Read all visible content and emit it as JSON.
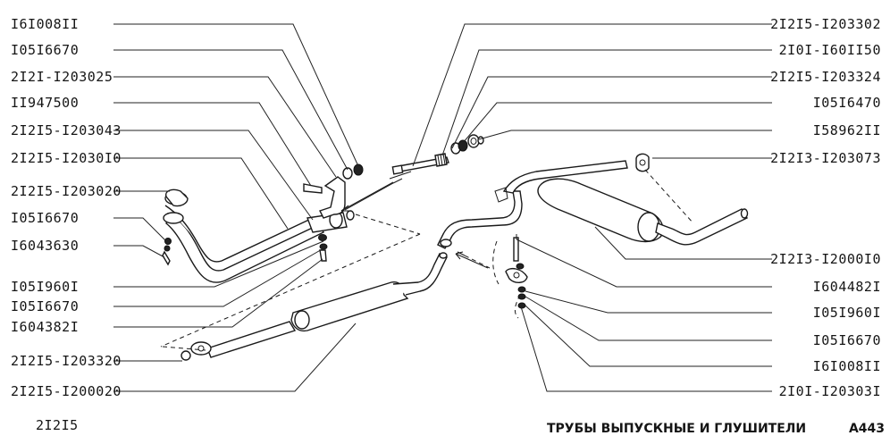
{
  "left_labels": [
    "I6I008II",
    "I05I6670",
    "2I2I-I203025",
    "II947500",
    "2I2I5-I203043",
    "2I2I5-I2030I0",
    "2I2I5-I203020",
    "I05I6670",
    "I6043630",
    "I05I960I",
    "I05I6670",
    "I604382I",
    "2I2I5-I203320",
    "2I2I5-I200020"
  ],
  "right_labels": [
    "2I2I5-I203302",
    "2I0I-I60II50",
    "2I2I5-I203324",
    "I05I6470",
    "I58962II",
    "2I2I3-I203073",
    "2I2I3-I2000I0",
    "I604482I",
    "I05I960I",
    "I05I6670",
    "I6I008II",
    "2I0I-I20303I"
  ],
  "footer": {
    "model": "2I2I5",
    "title": "ТРУБЫ ВЫПУСКНЫЕ И ГЛУШИТЕЛИ",
    "page": "A443"
  },
  "colors": {
    "ink": "#151515",
    "background": "#ffffff"
  }
}
